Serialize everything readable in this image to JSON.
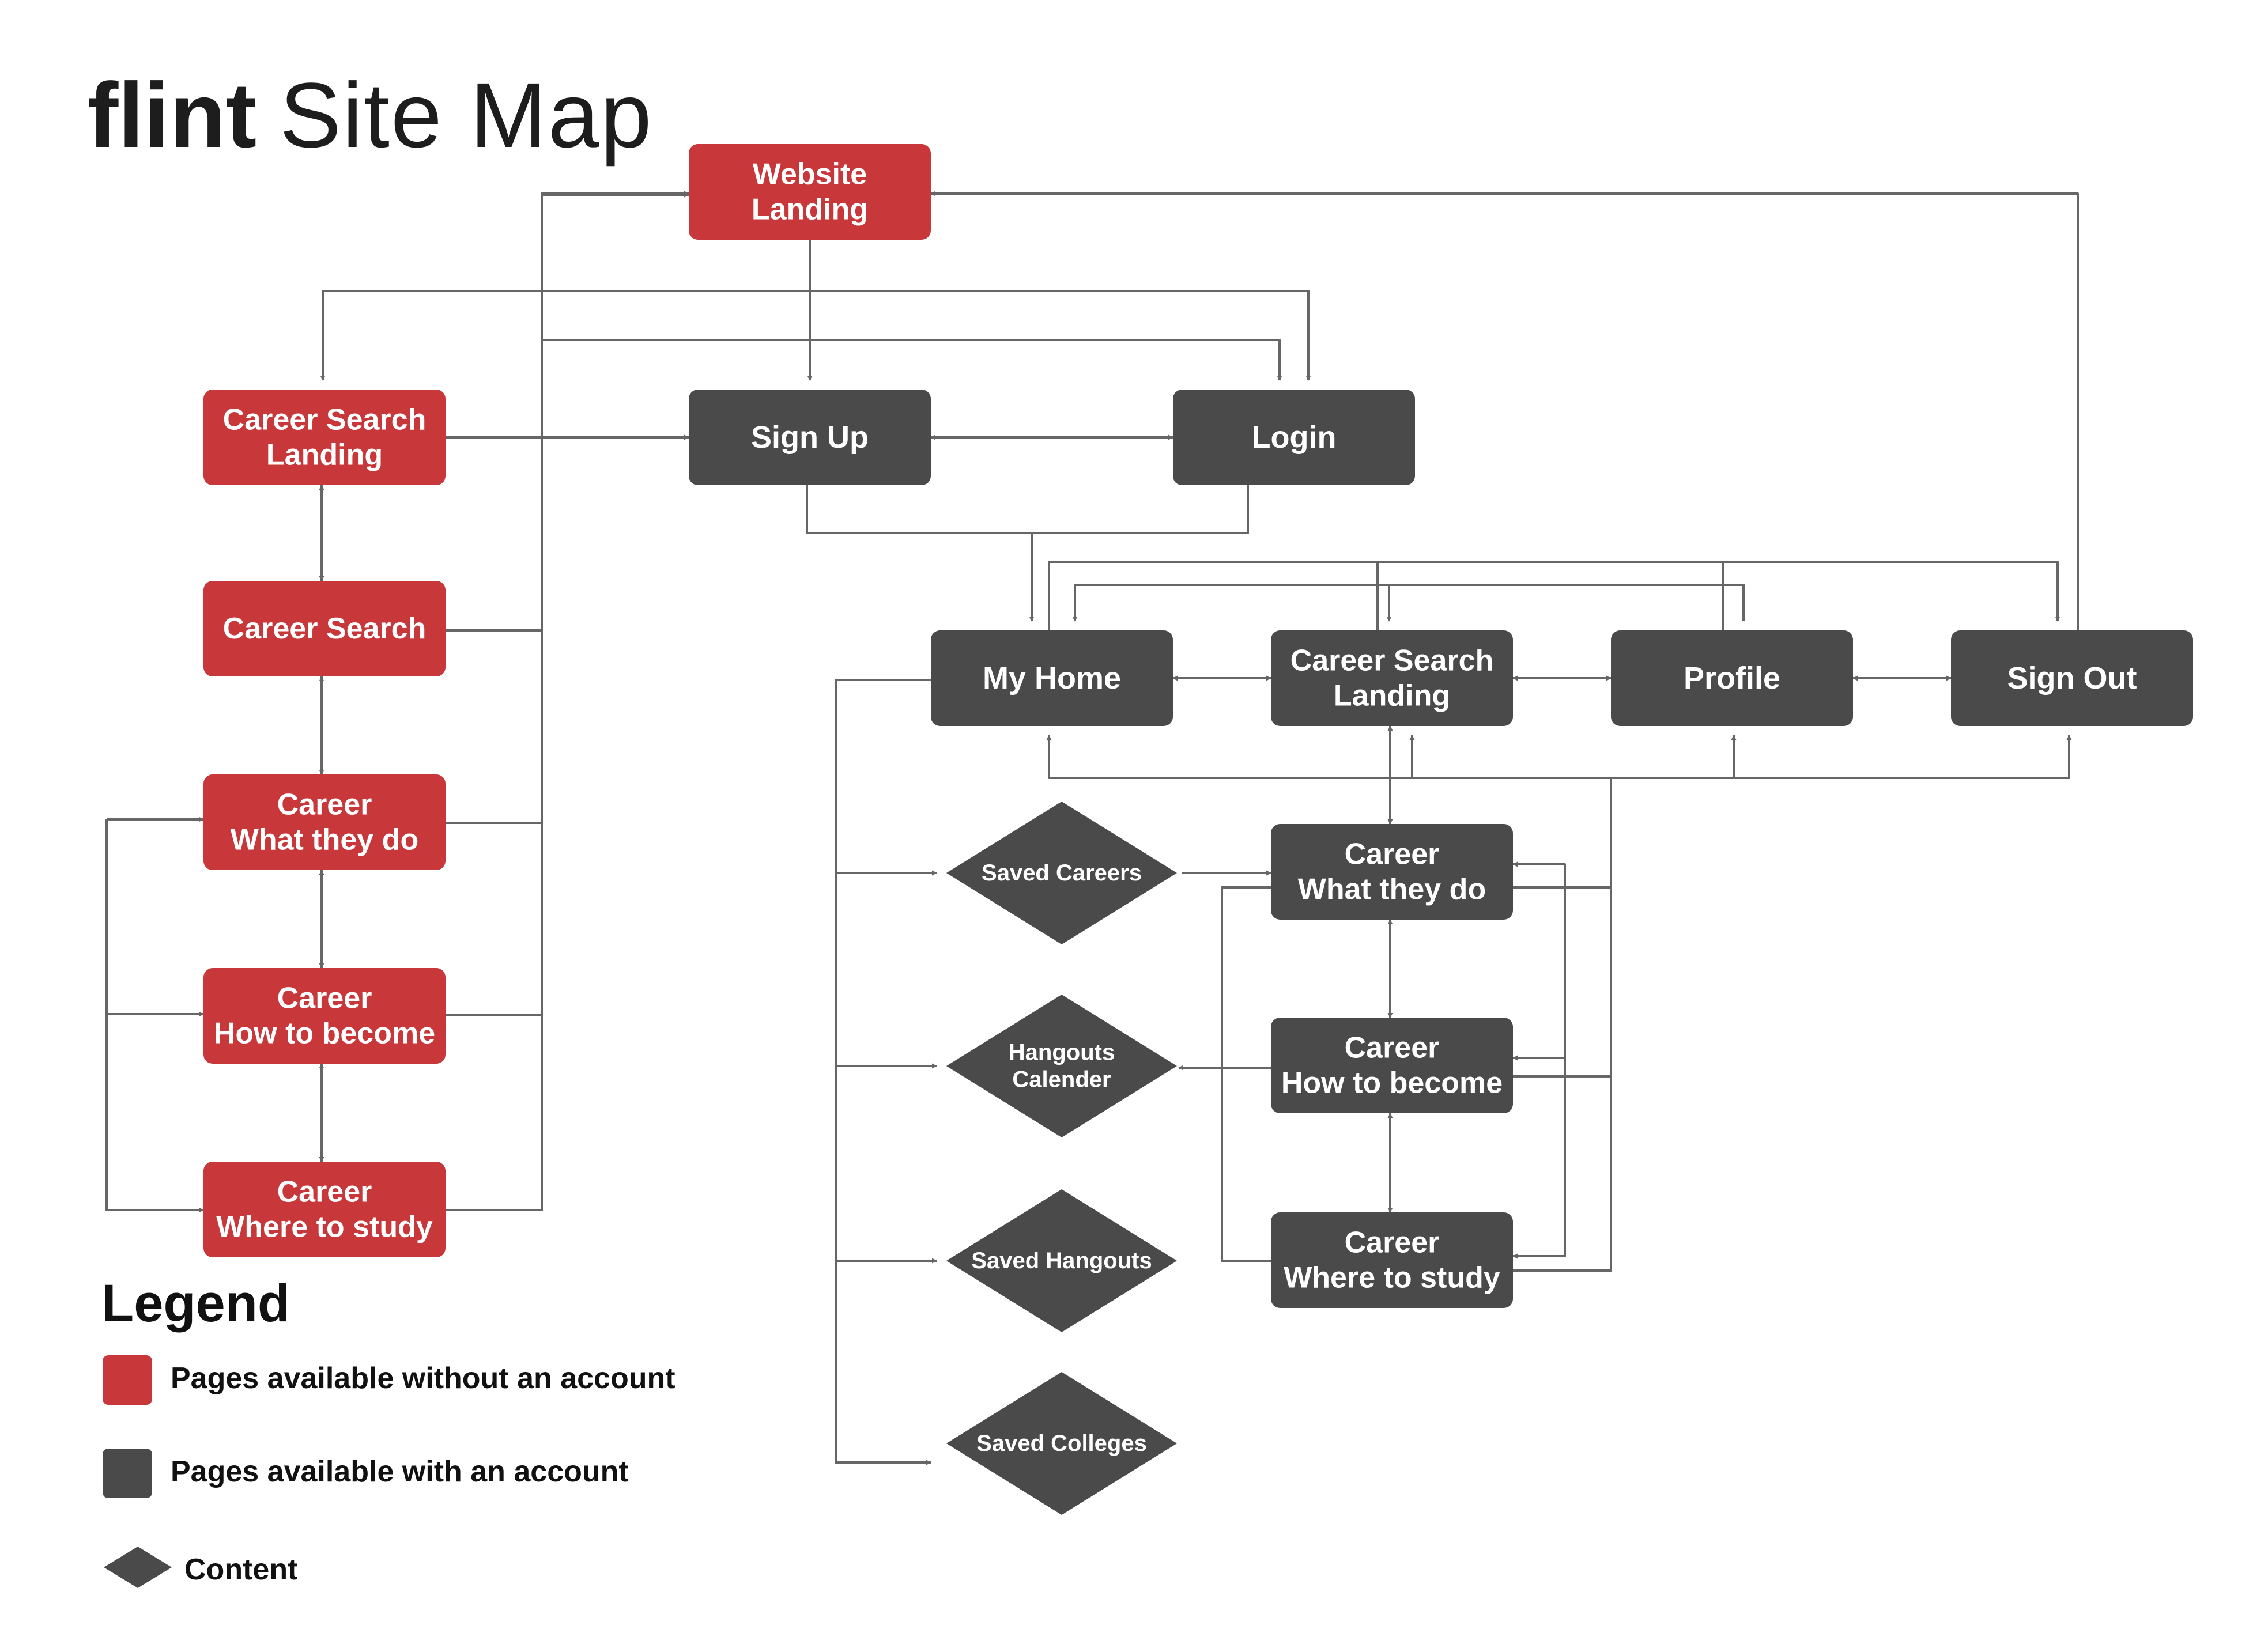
{
  "title": {
    "brand": "flint",
    "rest": "Site Map"
  },
  "colors": {
    "public": "#c8383b",
    "account": "#4a4a4a",
    "connector": "#666666",
    "background": "#ffffff"
  },
  "nodes": {
    "website_landing": {
      "lines": [
        "Website",
        "Landing"
      ],
      "kind": "public"
    },
    "career_search_landing": {
      "lines": [
        "Career Search",
        "Landing"
      ],
      "kind": "public"
    },
    "career_search": {
      "lines": [
        "Career Search"
      ],
      "kind": "public"
    },
    "career_what": {
      "lines": [
        "Career",
        "What they do"
      ],
      "kind": "public"
    },
    "career_how": {
      "lines": [
        "Career",
        "How to become"
      ],
      "kind": "public"
    },
    "career_where": {
      "lines": [
        "Career",
        "Where to study"
      ],
      "kind": "public"
    },
    "sign_up": {
      "lines": [
        "Sign Up"
      ],
      "kind": "account"
    },
    "login": {
      "lines": [
        "Login"
      ],
      "kind": "account"
    },
    "my_home": {
      "lines": [
        "My Home"
      ],
      "kind": "account"
    },
    "acct_career_search_landing": {
      "lines": [
        "Career Search",
        "Landing"
      ],
      "kind": "account"
    },
    "profile": {
      "lines": [
        "Profile"
      ],
      "kind": "account"
    },
    "sign_out": {
      "lines": [
        "Sign Out"
      ],
      "kind": "account"
    },
    "acct_career_what": {
      "lines": [
        "Career",
        "What they do"
      ],
      "kind": "account"
    },
    "acct_career_how": {
      "lines": [
        "Career",
        "How to become"
      ],
      "kind": "account"
    },
    "acct_career_where": {
      "lines": [
        "Career",
        "Where to study"
      ],
      "kind": "account"
    },
    "saved_careers": {
      "lines": [
        "Saved Careers"
      ],
      "kind": "content"
    },
    "hangouts_calender": {
      "lines": [
        "Hangouts",
        "Calender"
      ],
      "kind": "content"
    },
    "saved_hangouts": {
      "lines": [
        "Saved Hangouts"
      ],
      "kind": "content"
    },
    "saved_colleges": {
      "lines": [
        "Saved Colleges"
      ],
      "kind": "content"
    }
  },
  "legend": {
    "title": "Legend",
    "items": [
      {
        "label": "Pages available without an account",
        "kind": "public"
      },
      {
        "label": "Pages available with an account",
        "kind": "account"
      },
      {
        "label": "Content",
        "kind": "content"
      }
    ]
  }
}
